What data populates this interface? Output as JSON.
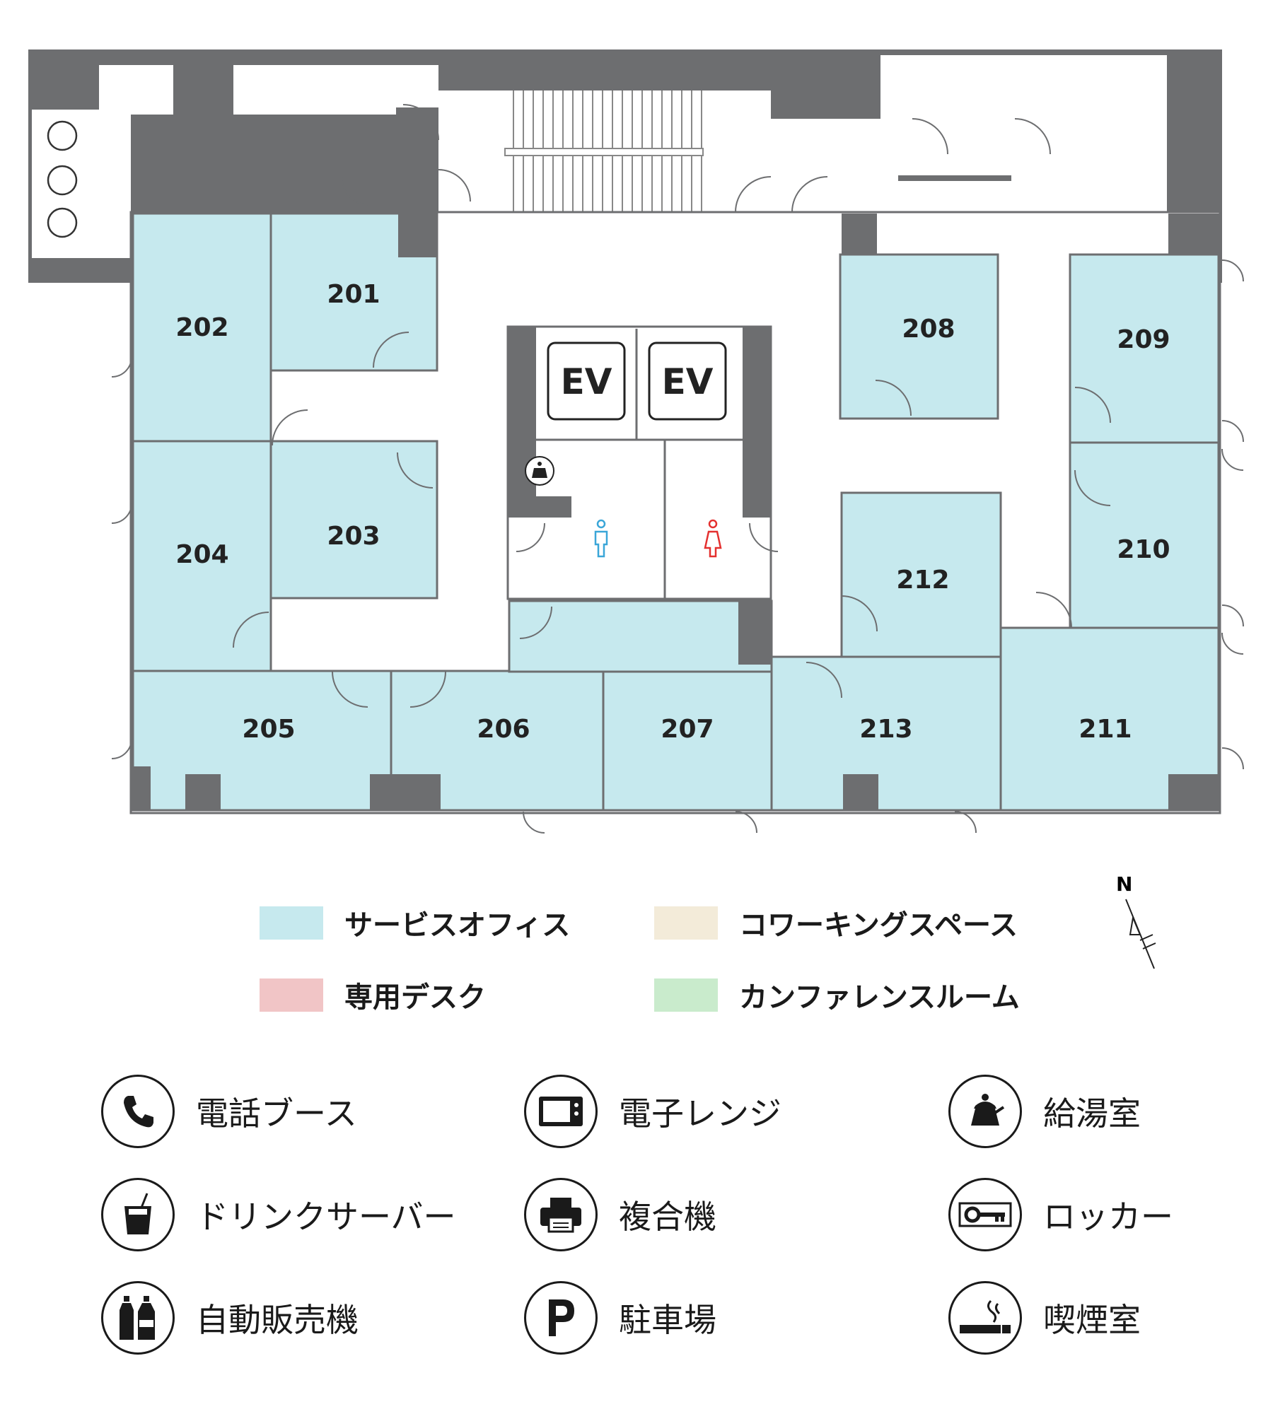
{
  "floor_plan": {
    "rooms": [
      {
        "id": "201",
        "type": "service_office"
      },
      {
        "id": "202",
        "type": "service_office"
      },
      {
        "id": "203",
        "type": "service_office"
      },
      {
        "id": "204",
        "type": "service_office"
      },
      {
        "id": "205",
        "type": "service_office"
      },
      {
        "id": "206",
        "type": "service_office"
      },
      {
        "id": "207",
        "type": "service_office"
      },
      {
        "id": "208",
        "type": "service_office"
      },
      {
        "id": "209",
        "type": "service_office"
      },
      {
        "id": "210",
        "type": "service_office"
      },
      {
        "id": "211",
        "type": "service_office"
      },
      {
        "id": "212",
        "type": "service_office"
      },
      {
        "id": "213",
        "type": "service_office"
      }
    ],
    "elevators": [
      "EV",
      "EV"
    ],
    "colors": {
      "service_office": "#c6e9ee",
      "wall": "#6d6e70",
      "line": "#6d6e70",
      "men": "#3aa6d8",
      "women": "#e4302f"
    }
  },
  "compass": {
    "north_label": "N"
  },
  "legend": {
    "area_types": [
      {
        "label": "サービスオフィス",
        "color": "#c6e9ee"
      },
      {
        "label": "コワーキングスペース",
        "color": "#f3ebd9"
      },
      {
        "label": "専用デスク",
        "color": "#f1c5c6"
      },
      {
        "label": "カンファレンスルーム",
        "color": "#c9ebcc"
      }
    ],
    "amenities": [
      {
        "label": "電話ブース",
        "icon": "phone-icon"
      },
      {
        "label": "電子レンジ",
        "icon": "microwave-icon"
      },
      {
        "label": "給湯室",
        "icon": "kettle-icon"
      },
      {
        "label": "ドリンクサーバー",
        "icon": "drink-icon"
      },
      {
        "label": "複合機",
        "icon": "printer-icon"
      },
      {
        "label": "ロッカー",
        "icon": "key-icon"
      },
      {
        "label": "自動販売機",
        "icon": "vending-bottles-icon"
      },
      {
        "label": "駐車場",
        "icon": "parking-icon"
      },
      {
        "label": "喫煙室",
        "icon": "smoking-icon"
      }
    ]
  }
}
